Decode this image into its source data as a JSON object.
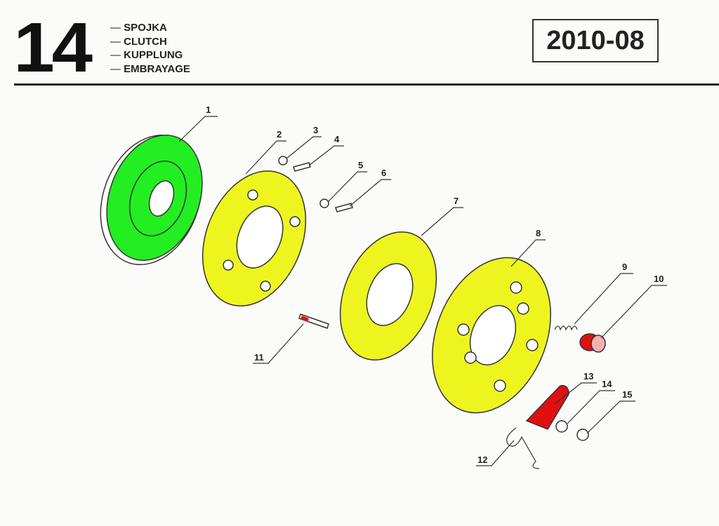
{
  "header": {
    "chapter_number": "14",
    "titles": [
      "SPOJKA",
      "CLUTCH",
      "KUPPLUNG",
      "EMBRAYAGE"
    ],
    "page_code": "2010-08"
  },
  "diagram": {
    "colors": {
      "clutch_disc": "#22ee22",
      "plates": "#eef51e",
      "highlight_red": "#e01010"
    },
    "callouts": [
      "1",
      "2",
      "3",
      "4",
      "5",
      "6",
      "7",
      "8",
      "9",
      "10",
      "11",
      "12",
      "13",
      "14",
      "15"
    ]
  }
}
